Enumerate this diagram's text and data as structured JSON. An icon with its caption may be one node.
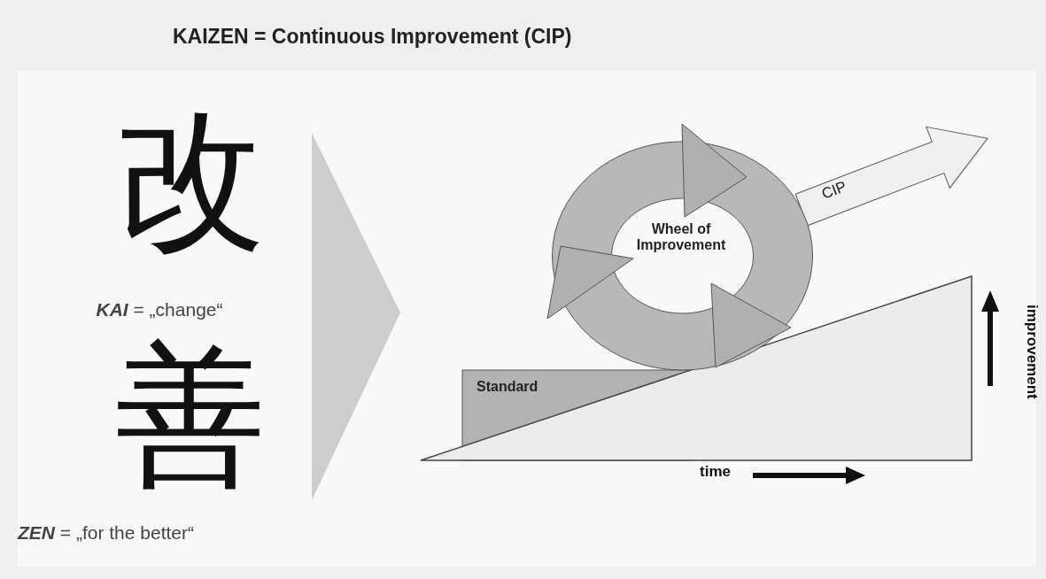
{
  "diagram": {
    "title": "KAIZEN = Continuous Improvement (CIP)",
    "nodes": [
      {
        "text": [
          "Wheel of Improvement"
        ]
      },
      {
        "text": [
          "Standard"
        ]
      },
      {
        "text": [
          "CIP"
        ]
      },
      {
        "text": [],
        "shape": "chevron"
      }
    ],
    "edges": [],
    "labels": [
      "改",
      "*KAI* = „change“",
      "善",
      "*ZEN* = „for the better“",
      "time",
      "improvement"
    ]
  }
}
